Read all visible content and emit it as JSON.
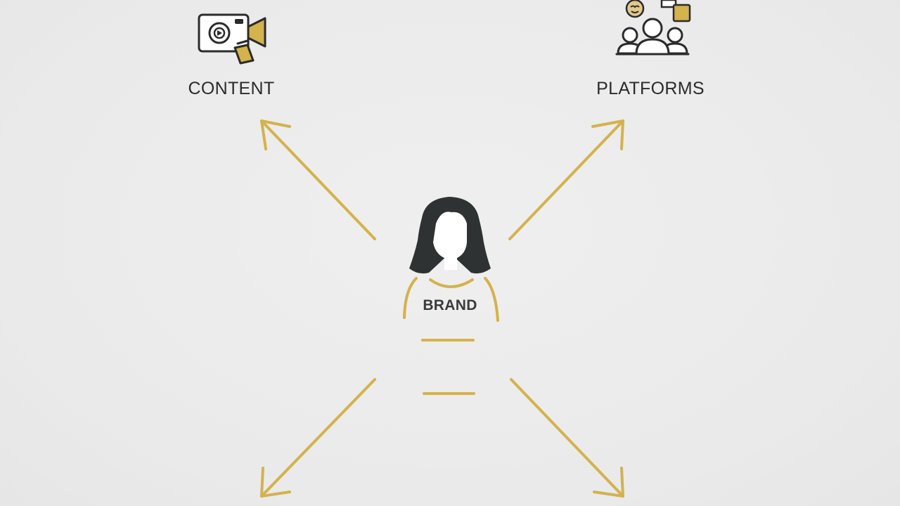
{
  "labels": {
    "content": "CONTENT",
    "platforms": "PLATFORMS",
    "brand": "BRAND"
  },
  "faint_caption": {
    "line1": "",
    "line2": ""
  },
  "icons": {
    "content": "video-camera-icon",
    "platforms": "audience-group-icon",
    "brand": "woman-avatar-icon"
  },
  "colors": {
    "background": "#ececec",
    "accent_gold": "#d4b24c",
    "dark_outline": "#2b2b2b",
    "hair": "#2f3232",
    "text": "#2b2b2b"
  }
}
